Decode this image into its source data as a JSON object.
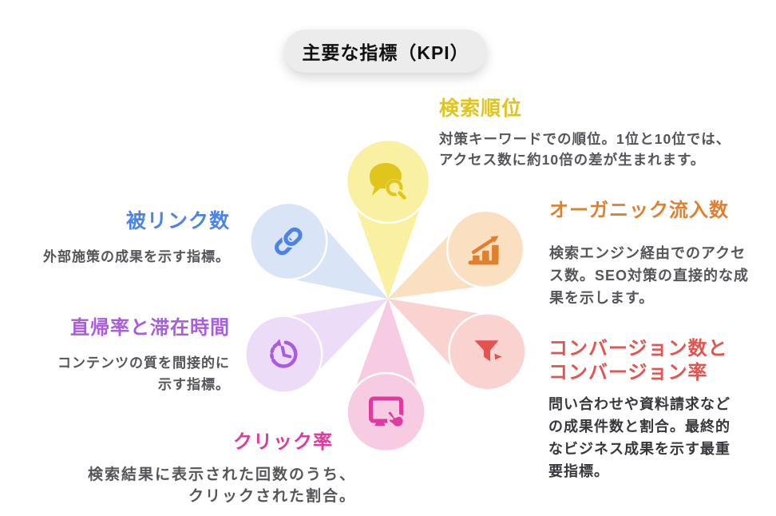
{
  "title": {
    "label": "主要な指標（KPI）"
  },
  "colors": {
    "background": "#ffffff",
    "pill_bg": "#ececec",
    "pill_text": "#111111",
    "body_text": "#55555a",
    "petal_ring": "#ffffff"
  },
  "petals": [
    {
      "id": "search-ranking",
      "position": "top",
      "label": "検索順位",
      "description": "対策キーワードでの順位。1位と10位では、\nアクセス数に約10倍の差が生まれます。",
      "accent": "#e0c51d",
      "fill": "#faf0a2",
      "icon": "chat-search-icon"
    },
    {
      "id": "organic-traffic",
      "position": "upper-right",
      "label": "オーガニック流入数",
      "description": "検索エンジン経由でのアクセ\nス数。SEO対策の直接的な成\n果を示します。",
      "accent": "#e0802e",
      "fill": "#fbdfc1",
      "icon": "bar-chart-arrow-icon"
    },
    {
      "id": "conversion",
      "position": "lower-right",
      "label": "コンバージョン数と\nコンバージョン率",
      "description": "問い合わせや資料請求など\nの成果件数と割合。最終的\nなビジネス成果を示す最重\n要指標。",
      "accent": "#e4534e",
      "fill": "#fad2cf",
      "icon": "funnel-icon",
      "description_color": "#38383c"
    },
    {
      "id": "click-rate",
      "position": "bottom",
      "label": "クリック率",
      "description": "検索結果に表示された回数のうち、\nクリックされた割合。",
      "accent": "#df3a9e",
      "fill": "#f7cbe2",
      "icon": "monitor-click-icon"
    },
    {
      "id": "bounce-time",
      "position": "lower-left",
      "label": "直帰率と滞在時間",
      "description": "コンテンツの質を間接的に\n示す指標。",
      "accent": "#a95ce0",
      "fill": "#ecdcf8",
      "icon": "clock-history-icon"
    },
    {
      "id": "backlinks",
      "position": "upper-left",
      "label": "被リンク数",
      "description": "外部施策の成果を示す指標。",
      "accent": "#4c84e4",
      "fill": "#d9e5f6",
      "icon": "link-icon"
    }
  ]
}
